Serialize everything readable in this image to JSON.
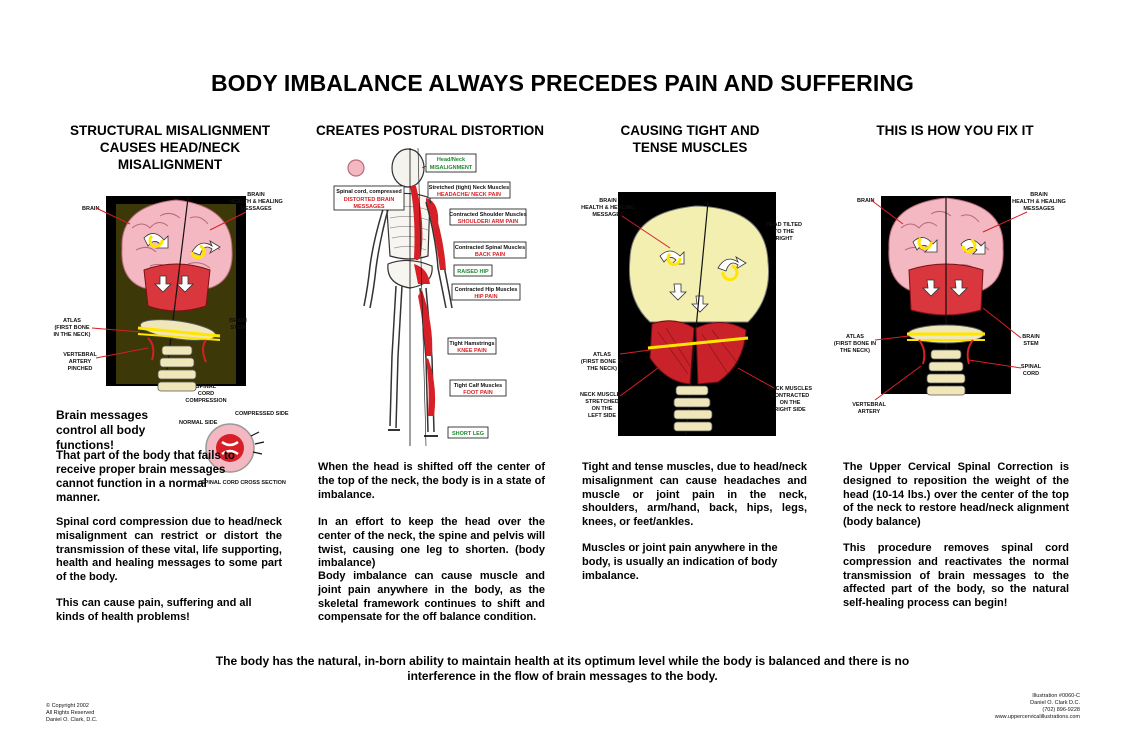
{
  "title": "BODY IMBALANCE ALWAYS PRECEDES PAIN AND  SUFFERING",
  "columns": [
    {
      "heading": [
        "STRUCTURAL MISALIGNMENT",
        "CAUSES HEAD/NECK",
        "MISALIGNMENT"
      ],
      "labels": {
        "brain": "BRAIN",
        "healing": [
          "BRAIN",
          "HEALTH & HEALING",
          "MESSAGES"
        ],
        "atlas": [
          "ATLAS",
          "(FIRST BONE",
          "IN THE NECK)"
        ],
        "brain_stem": [
          "BRAIN",
          "STEM"
        ],
        "vertebral": [
          "VERTEBRAL",
          "ARTERY",
          "PINCHED"
        ],
        "spinal": [
          "SPINAL",
          "CORD",
          "COMPRESSION"
        ]
      },
      "cross_section": {
        "compressed": "COMPRESSED SIDE",
        "normal": "NORMAL SIDE",
        "caption": "SPINAL CORD CROSS SECTION"
      },
      "para_lead": "Brain messages control all body functions!",
      "para_1": "That part of the body that fails to receive proper brain messages cannot function in a normal manner.",
      "para_2": "Spinal cord compression due to head/neck misalignment can restrict or distort the transmission of these vital, life supporting, health and healing messages to some part of the body.",
      "para_3": "This can cause pain, suffering and all kinds of health problems!"
    },
    {
      "heading": [
        "CREATES POSTURAL DISTORTION"
      ],
      "callouts": [
        {
          "label": "Head/Neck",
          "pain": "MISALIGNMENT",
          "type": "green"
        },
        {
          "label": "Spinal cord, compressed",
          "pain": "DISTORTED BRAIN MESSAGES",
          "type": "red"
        },
        {
          "label": "Stretched (tight) Neck Muscles",
          "pain": "HEADACHE/ NECK PAIN",
          "type": "red"
        },
        {
          "label": "Contracted Shoulder Muscles",
          "pain": "SHOULDER/ ARM PAIN",
          "type": "red"
        },
        {
          "label": "Contracted Spinal Muscles",
          "pain": "BACK PAIN",
          "type": "red"
        },
        {
          "label": "RAISED HIP",
          "pain": "",
          "type": "green"
        },
        {
          "label": "Contracted Hip Muscles",
          "pain": "HIP PAIN",
          "type": "red"
        },
        {
          "label": "Tight Hamstrings",
          "pain": "KNEE PAIN",
          "type": "red"
        },
        {
          "label": "Tight Calf Muscles",
          "pain": "FOOT PAIN",
          "type": "red"
        },
        {
          "label": "SHORT LEG",
          "pain": "",
          "type": "green"
        }
      ],
      "para_1": "When the head is shifted off the center of the top of the neck, the body is in a state of imbalance.",
      "para_2": "In an effort to keep the head over the center of the neck, the spine and pelvis will twist, causing one leg to shorten. (body imbalance)",
      "para_3": "Body imbalance can cause muscle and joint pain anywhere in the body, as the skeletal framework continues to shift and compensate for the off balance condition."
    },
    {
      "heading": [
        "CAUSING TIGHT AND",
        "TENSE MUSCLES"
      ],
      "labels": {
        "healing": [
          "BRAIN",
          "HEALTH & HEALING",
          "MESSAGES"
        ],
        "tilted": [
          "HEAD TILTED",
          "TO THE",
          "RIGHT"
        ],
        "atlas": [
          "ATLAS",
          "(FIRST BONE IN",
          "THE NECK)"
        ],
        "stretched": [
          "NECK MUSCLES",
          "STRETCHED",
          "ON THE",
          "LEFT SIDE"
        ],
        "contracted": [
          "NECK MUSCLES",
          "CONTRACTED",
          "ON THE",
          "RIGHT SIDE"
        ]
      },
      "para_1": "Tight and tense muscles, due to head/neck misalignment can cause headaches and muscle or joint pain in the neck, shoulders, arm/hand, back, hips, legs, knees, or feet/ankles.",
      "para_2": "Muscles or joint pain anywhere in the body, is usually an indication of body imbalance."
    },
    {
      "heading": [
        "THIS IS HOW YOU FIX IT"
      ],
      "labels": {
        "brain": "BRAIN",
        "healing": [
          "BRAIN",
          "HEALTH & HEALING",
          "MESSAGES"
        ],
        "atlas": [
          "ATLAS",
          "(FIRST BONE IN",
          "THE NECK)"
        ],
        "brain_stem": [
          "BRAIN",
          "STEM"
        ],
        "spinal": [
          "SPINAL",
          "CORD"
        ],
        "vertebral": [
          "VERTEBRAL",
          "ARTERY"
        ]
      },
      "para_1": "The Upper Cervical Spinal Correction is designed to reposition the weight of the head (10-14 lbs.) over the center of the top of the neck to restore head/neck alignment (body balance)",
      "para_2": "This procedure removes spinal cord compression and reactivates the normal transmission of brain messages to the affected part of the body, so the natural self-healing process can begin!"
    }
  ],
  "footer": "The body has the natural, in-born ability to maintain health at its  optimum level while the body is balanced and there is no interference in the flow of brain messages to the body.",
  "copyright": [
    "© Copyright 2002",
    "All Rights Reserved",
    "Daniel O. Clark, D.C."
  ],
  "credit": [
    "Illustration #0060-C",
    "Daniel O. Clark D.C.",
    "(702) 896-9228",
    "www.uppercervicalillustrations.com"
  ],
  "colors": {
    "red": "#d61f26",
    "green": "#1e8a2e",
    "brain": "#f4b8c2",
    "skull": "#f3efb0",
    "panel": "#000000",
    "yellow": "#ffe600"
  }
}
